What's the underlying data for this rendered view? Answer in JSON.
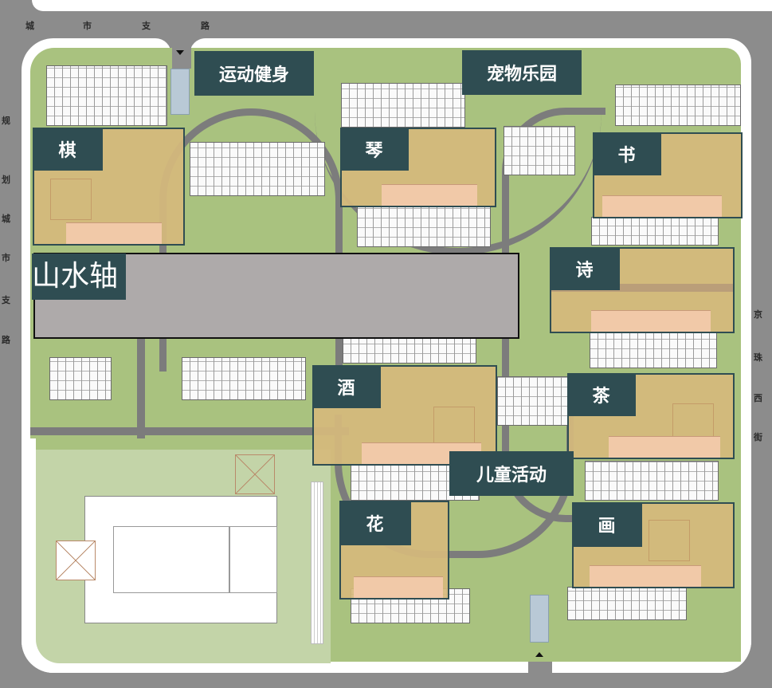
{
  "roads": {
    "north": {
      "label_chars": [
        "城",
        "市",
        "支",
        "路"
      ]
    },
    "west": {
      "label_chars": [
        "规",
        "划",
        "城",
        "市",
        "支",
        "路"
      ]
    },
    "east": {
      "label_chars": [
        "京",
        "珠",
        "西",
        "街"
      ]
    }
  },
  "axis": {
    "label": "山水轴"
  },
  "function_labels": {
    "sports": "运动健身",
    "pets": "宠物乐园",
    "children": "儿童活动"
  },
  "zones": [
    {
      "id": "qi",
      "label": "棋"
    },
    {
      "id": "qin",
      "label": "琴"
    },
    {
      "id": "shu",
      "label": "书"
    },
    {
      "id": "shi",
      "label": "诗"
    },
    {
      "id": "jiu",
      "label": "酒"
    },
    {
      "id": "cha",
      "label": "茶"
    },
    {
      "id": "hua_flower",
      "label": "花"
    },
    {
      "id": "hua_painting",
      "label": "画"
    }
  ],
  "colors": {
    "label_bg": "#2f4d52",
    "zone_fill": "#d6ba7c",
    "green": "#a9c27f",
    "road": "#8c8c8c",
    "path": "#7c7c7c",
    "axis_fill": "#aeaaaa"
  }
}
